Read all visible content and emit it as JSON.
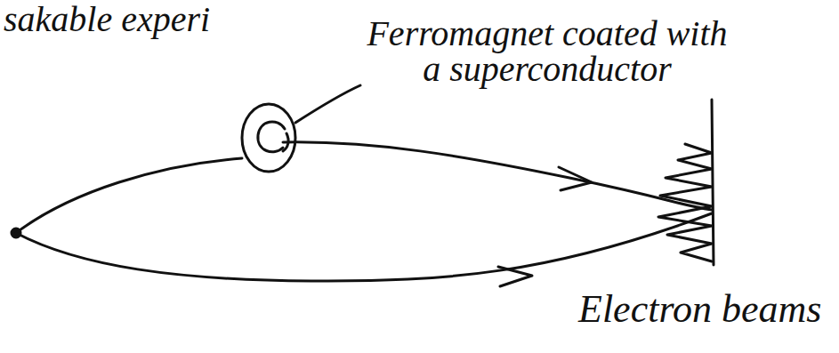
{
  "diagram": {
    "labels": [
      "sakable experi",
      "Ferromagnet coated with a superconductor",
      "Electron beams"
    ]
  }
}
